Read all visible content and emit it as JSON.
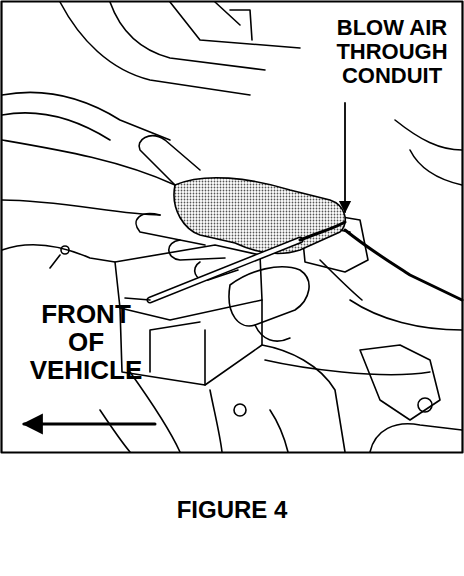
{
  "diagram": {
    "caption": "FIGURE 4",
    "labels": [
      "BLOW AIR THROUGH CONDUIT",
      "FRONT OF VEHICLE"
    ]
  }
}
